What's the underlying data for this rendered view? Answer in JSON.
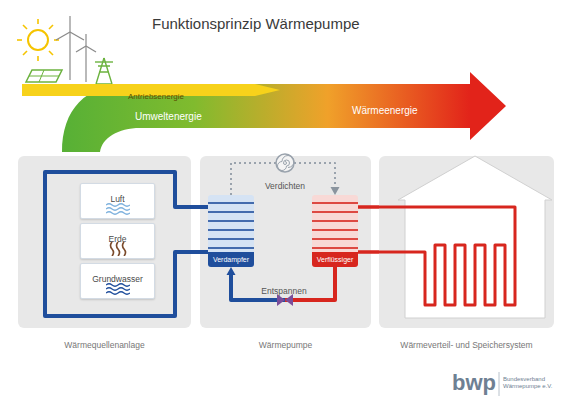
{
  "diagram": {
    "title": "Funktionsprinzip Wärmepumpe",
    "nodes": [
      {
        "text": [
          "Wärmequellenanlage"
        ]
      },
      {
        "text": [
          "Luft"
        ],
        "in": 0
      },
      {
        "text": [
          "Erde"
        ],
        "in": 0
      },
      {
        "text": [
          "Grundwasser"
        ],
        "in": 0
      },
      {
        "text": [
          "Wärmepumpe"
        ]
      },
      {
        "text": [
          "Verdampfer"
        ],
        "in": 4
      },
      {
        "text": [
          "Verflüssiger"
        ],
        "in": 4
      },
      {
        "text": [
          "Wärmeverteil- und Speichersystem"
        ]
      }
    ],
    "edges": [
      {
        "from": 0,
        "to": 5,
        "arrow": "none"
      },
      {
        "from": 5,
        "to": 0,
        "arrow": "none"
      },
      {
        "from": 5,
        "to": 6,
        "label": "Verdichten",
        "arrow": "to"
      },
      {
        "from": 6,
        "to": 5,
        "label": "Entspannen",
        "arrow": "to"
      },
      {
        "from": 6,
        "to": 7,
        "arrow": "none"
      },
      {
        "from": 7,
        "to": 6,
        "arrow": "none"
      }
    ],
    "labels": [
      "Antriebsenergie",
      "Umweltenergie",
      "Wärmeenergie",
      "bwp",
      "Bundesverband Wärmepumpe e.V."
    ]
  }
}
